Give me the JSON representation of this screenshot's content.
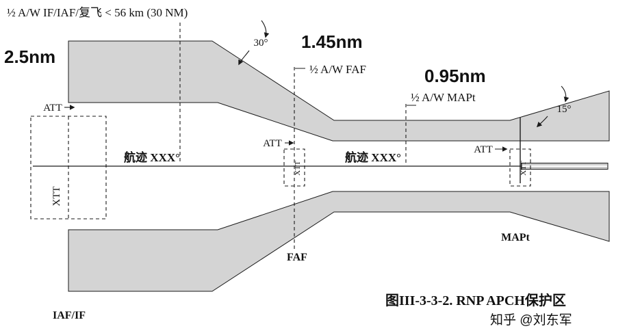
{
  "colors": {
    "band_fill": "#d4d4d4",
    "line": "#1a1a1a",
    "watermark_text": "#9b9b9b"
  },
  "annotations": {
    "top_note": "½ A/W IF/IAF/复飞 < 56 km (30 NM)",
    "width_initial": "2.5nm",
    "width_intermediate": "1.45nm",
    "width_final": "0.95nm",
    "angle_initial": "30°",
    "angle_missed": "15°",
    "half_aw_faf": "½ A/W  FAF",
    "half_aw_mapt": "½ A/W MAPt",
    "att": "ATT",
    "xtt": "XTT",
    "track": "航迹 XXX°"
  },
  "fix_labels": {
    "iaf_if": "IAF/IF",
    "faf": "FAF",
    "mapt": "MAPt"
  },
  "caption": "图III-3-3-2. RNP APCH保护区",
  "watermark": "知乎 @刘东军"
}
